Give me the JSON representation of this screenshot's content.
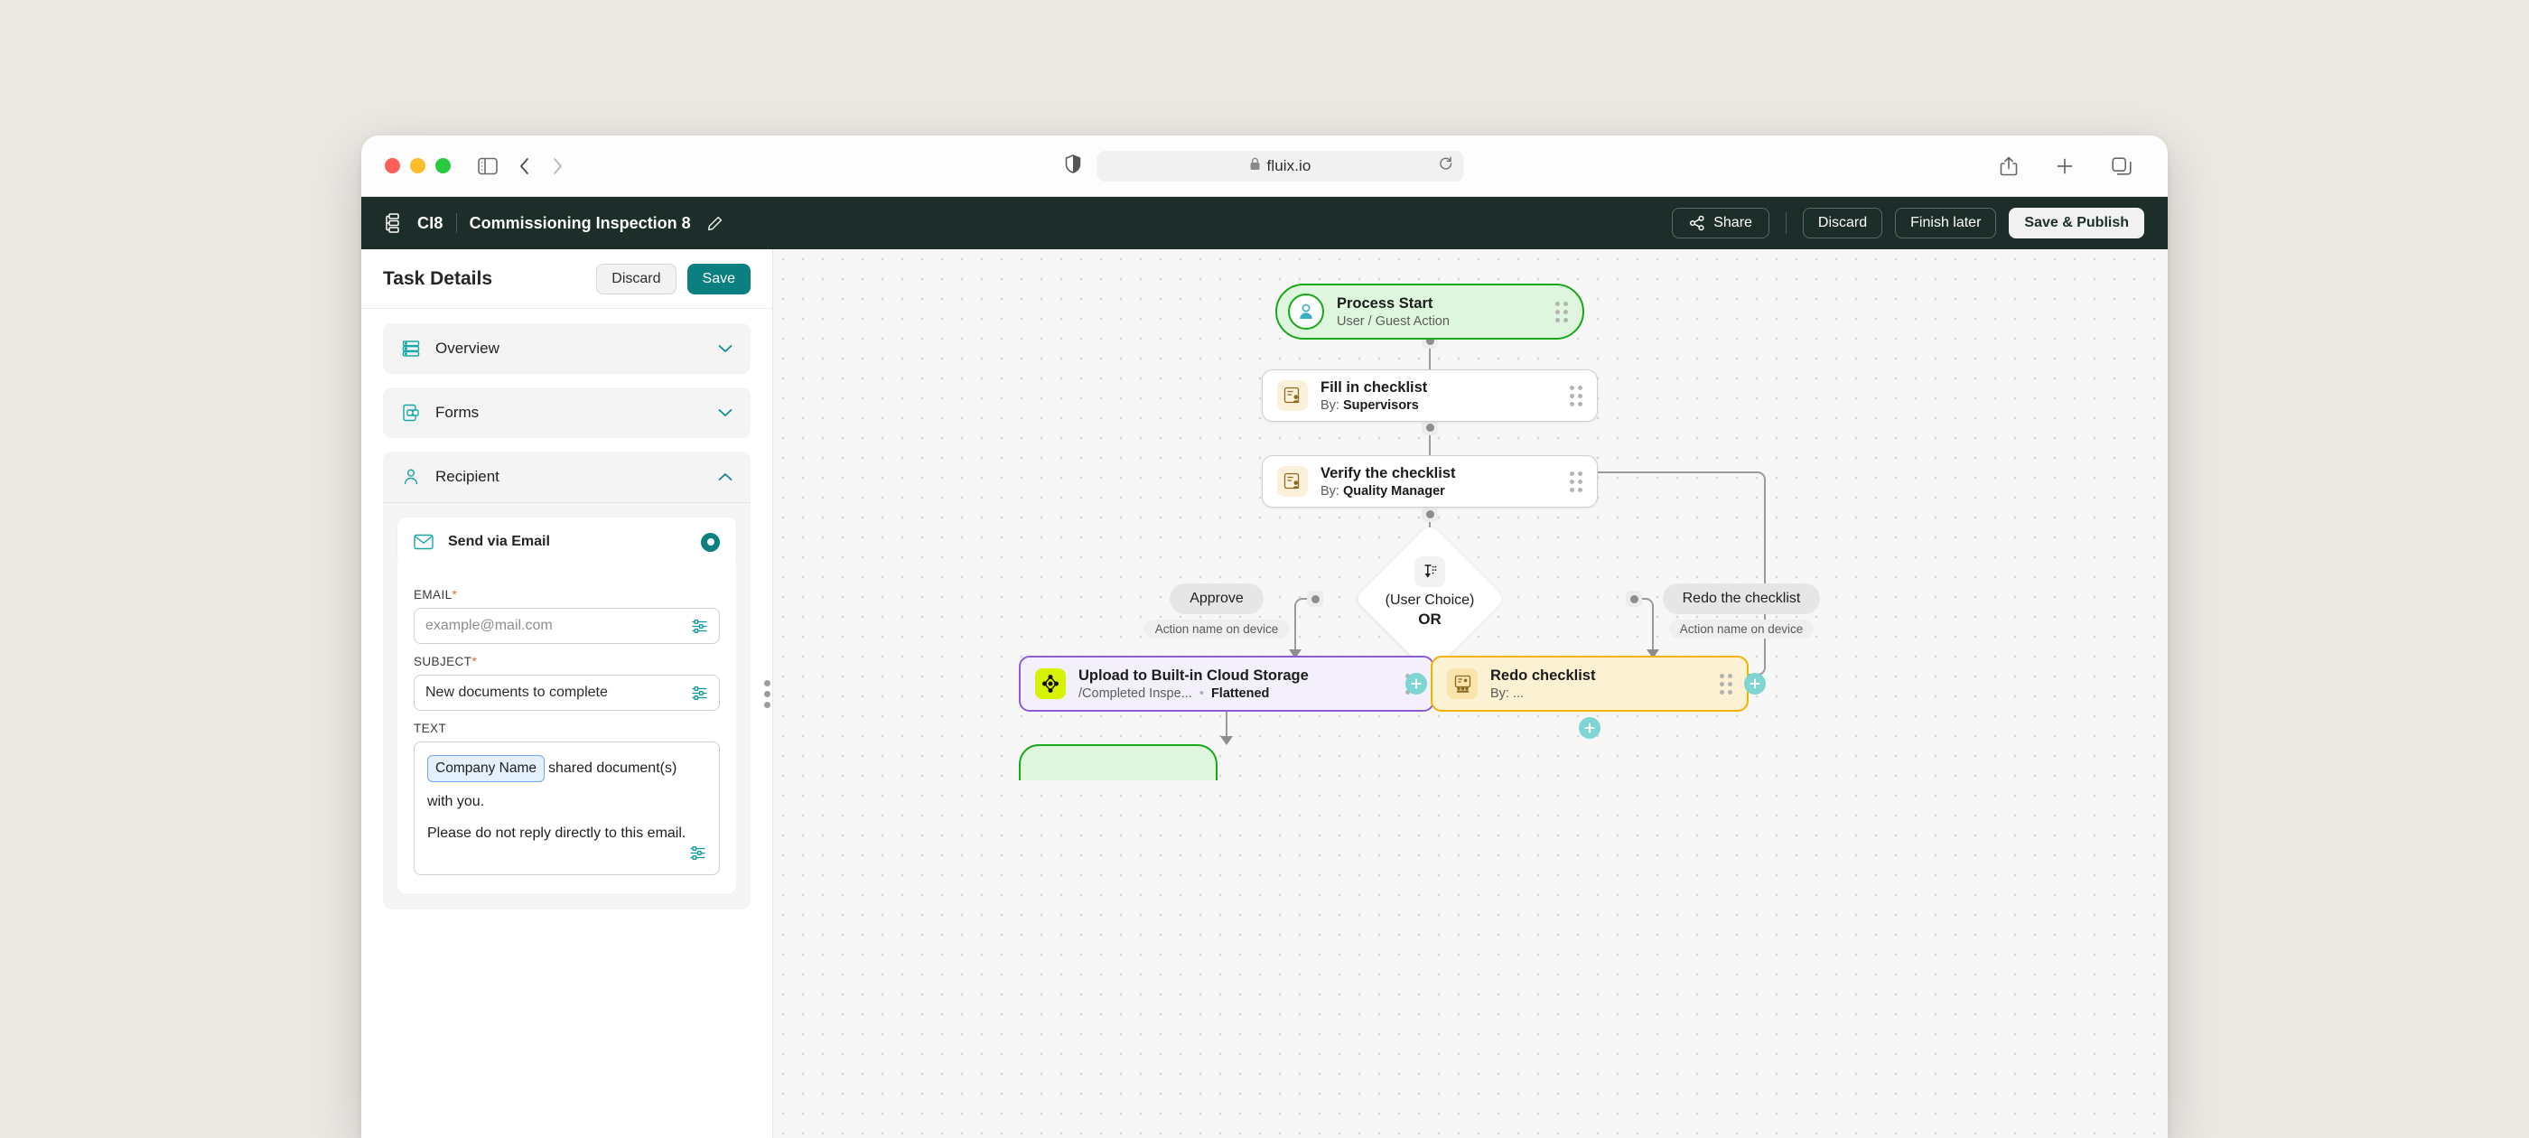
{
  "browser": {
    "url_text": "fluix.io",
    "lock_icon": "lock-icon",
    "shield_icon": "shield-icon",
    "reload_icon": "reload-icon",
    "sidebar_toggle_icon": "sidebar-toggle-icon",
    "back_icon": "back-chevron-icon",
    "forward_icon": "forward-chevron-icon",
    "share_icon": "share-upload-icon",
    "new_tab_icon": "plus-icon",
    "tabs_icon": "tab-overview-icon"
  },
  "header": {
    "logo_icon": "workflow-logo-icon",
    "code": "CI8",
    "title": "Commissioning Inspection 8",
    "edit_icon": "pencil-icon",
    "share_label": "Share",
    "discard_label": "Discard",
    "finish_later_label": "Finish later",
    "save_publish_label": "Save & Publish"
  },
  "panel": {
    "title": "Task Details",
    "discard_label": "Discard",
    "save_label": "Save",
    "sections": [
      {
        "label": "Overview",
        "icon": "list-rows-icon",
        "expanded": false,
        "chevron": "chevron-down-icon"
      },
      {
        "label": "Forms",
        "icon": "form-device-icon",
        "expanded": false,
        "chevron": "chevron-down-icon"
      },
      {
        "label": "Recipient",
        "icon": "person-icon",
        "expanded": true,
        "chevron": "chevron-up-icon"
      }
    ],
    "recipient": {
      "channel_label": "Send via Email",
      "channel_icon": "envelope-icon",
      "radio_selected": true,
      "email_label": "EMAIL",
      "email_required": "*",
      "email_placeholder": "example@mail.com",
      "email_value": "",
      "subject_label": "SUBJECT",
      "subject_required": "*",
      "subject_value": "New documents to complete",
      "text_label": "TEXT",
      "text_token": "Company Name",
      "text_line1_rest": "shared document(s)",
      "text_line2": "with you.",
      "text_line3": "Please do not reply directly to this email.",
      "field_settings_icon": "sliders-icon"
    },
    "resize_grip_icon": "resize-grip-icon"
  },
  "flow": {
    "nodes": [
      {
        "id": "process-start",
        "title": "Process Start",
        "subtitle": "User / Guest Action",
        "icon": "person-circle-icon",
        "variant": "start",
        "drag_icon": "drag-dots-icon"
      },
      {
        "id": "fill-in-checklist",
        "title": "Fill in checklist",
        "sub_prefix": "By:",
        "sub_value": "Supervisors",
        "icon": "checklist-person-icon",
        "variant": "plain",
        "drag_icon": "drag-dots-icon"
      },
      {
        "id": "verify-the-checklist",
        "title": "Verify the checklist",
        "sub_prefix": "By:",
        "sub_value": "Quality Manager",
        "icon": "checklist-person-icon",
        "variant": "plain",
        "drag_icon": "drag-dots-icon"
      },
      {
        "id": "upload-cloud-storage",
        "title": "Upload to Built-in Cloud Storage",
        "sub_path": "/Completed Inspe...",
        "sub_sep": "•",
        "sub_flag": "Flattened",
        "icon": "cloud-node-icon",
        "variant": "purple",
        "drag_icon": "drag-dots-icon"
      },
      {
        "id": "redo-checklist",
        "title": "Redo checklist",
        "sub_prefix": "By:",
        "sub_value": "...",
        "icon": "checklist-group-icon",
        "variant": "yellow",
        "drag_icon": "drag-dots-icon"
      }
    ],
    "decision": {
      "icon": "branch-choice-icon",
      "line1": "(User Choice)",
      "line2": "OR"
    },
    "branches": [
      {
        "label": "Approve",
        "sub": "Action name on device"
      },
      {
        "label": "Redo the checklist",
        "sub": "Action name on device"
      }
    ],
    "add_buttons": [
      {
        "name": "add-node-left"
      },
      {
        "name": "add-node-right"
      },
      {
        "name": "add-node-below"
      }
    ],
    "add_icon": "plus-icon"
  }
}
